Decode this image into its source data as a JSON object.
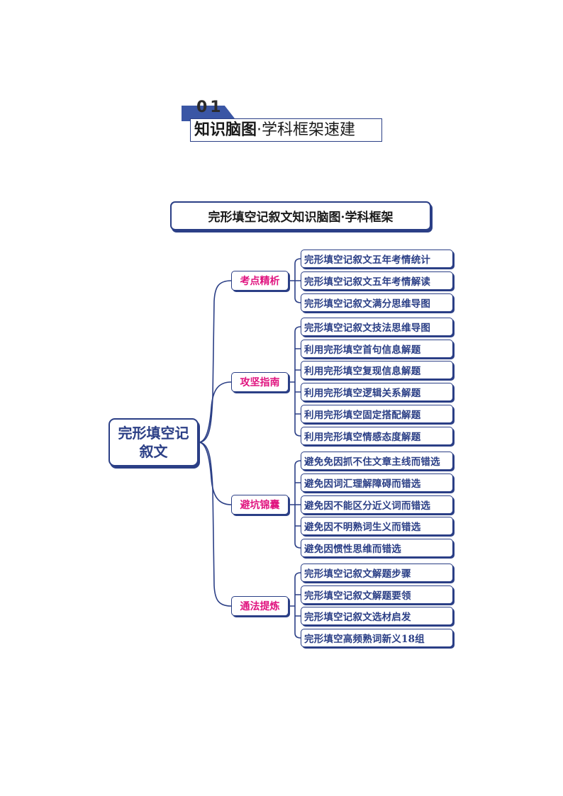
{
  "header": {
    "number": "01",
    "title_bold": "知识脑图",
    "title_rest": "·学科框架速建"
  },
  "title": "完形填空记叙文知识脑图·学科框架",
  "root": "完形填空记叙文",
  "branches": [
    {
      "label": "考点精析",
      "leaves": [
        "完形填空记叙文五年考情统计",
        "完形填空记叙文五年考情解读",
        "完形填空记叙文满分思维导图"
      ]
    },
    {
      "label": "攻坚指南",
      "leaves": [
        "完形填空记叙文技法思维导图",
        "利用完形填空首句信息解题",
        "利用完形填空复现信息解题",
        "利用完形填空逻辑关系解题",
        "利用完形填空固定搭配解题",
        "利用完形填空情感态度解题"
      ]
    },
    {
      "label": "避坑锦囊",
      "leaves": [
        "避免免因抓不住文章主线而错选",
        "避免因词汇理解障碍而错选",
        "避免因不能区分近义词而错选",
        "避免因不明熟词生义而错选",
        "避免因惯性思维而错选"
      ]
    },
    {
      "label": "通法提炼",
      "leaves": [
        "完形填空记叙文解题步骤",
        "完形填空记叙文解题要领",
        "完形填空记叙文选材启发",
        "完形填空高频熟词新义18组"
      ]
    }
  ],
  "colors": {
    "border": "#2b3f86",
    "branch_text": "#e0137f",
    "leaf_text": "#2b3f86",
    "header_tab": "#3a56a5"
  }
}
